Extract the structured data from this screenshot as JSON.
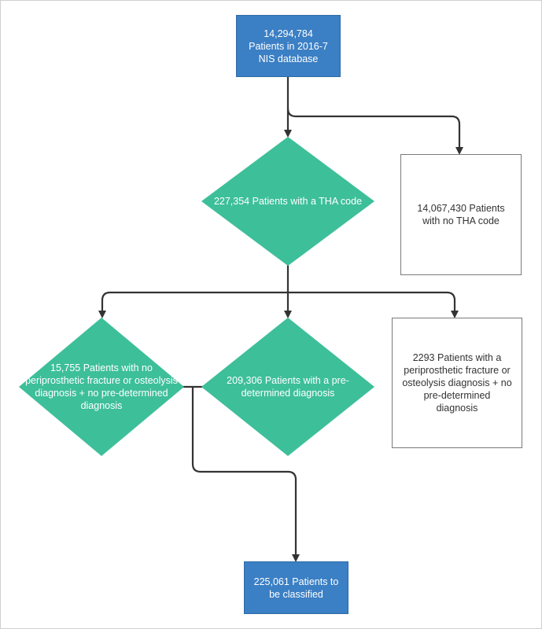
{
  "nodes": {
    "nis_database": "14,294,784 Patients in 2016-7 NIS database",
    "tha_code": "227,354 Patients with a THA code",
    "no_tha_code": "14,067,430 Patients with no THA code",
    "no_fracture_no_predetermined": "15,755 Patients with no periprosthetic fracture or osteolysis diagnosis + no pre-determined diagnosis",
    "predetermined": "209,306 Patients with a pre-determined diagnosis",
    "fracture_no_predetermined": "2293 Patients with a periprosthetic fracture or osteolysis diagnosis + no pre-determined diagnosis",
    "to_be_classified": "225,061 Patients to be classified"
  },
  "colors": {
    "blue": "#3b7fc4",
    "teal": "#3dbf9a",
    "line": "#333333",
    "box_border": "#7a7a7a"
  }
}
